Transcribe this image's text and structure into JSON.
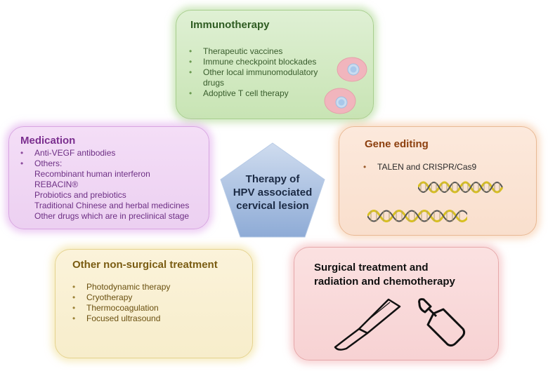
{
  "center": {
    "lines": [
      "Therapy of",
      "HPV associated",
      "cervical lesion"
    ]
  },
  "immunotherapy": {
    "title": "Immunotherapy",
    "items": [
      "Therapeutic vaccines",
      "Immune checkpoint blockades",
      "Other local immunomodulatory",
      "drugs",
      "Adoptive T cell therapy"
    ]
  },
  "medication": {
    "title": "Medication",
    "items": [
      "Anti-VEGF antibodies",
      "Others:"
    ],
    "others": [
      "Recombinant human interferon",
      "REBACIN®",
      "Probiotics and prebiotics",
      "Traditional Chinese and herbal medicines",
      "Other drugs which are in preclinical stage"
    ]
  },
  "gene_editing": {
    "title": "Gene editing",
    "items": [
      "TALEN and CRISPR/Cas9"
    ]
  },
  "other_non_surgical": {
    "title": "Other non-surgical treatment",
    "items": [
      "Photodynamic therapy",
      "Cryotherapy",
      "Thermocoagulation",
      "Focused ultrasound"
    ]
  },
  "surgical": {
    "title_lines": [
      "Surgical treatment and",
      "radiation and chemotherapy"
    ]
  },
  "colors": {
    "immuno_fill": "#c8e4b4",
    "medication_fill": "#ecd0f1",
    "gene_fill": "#f9dfcd",
    "other_fill": "#f7edcb",
    "surgical_fill": "#f7d2d3",
    "center_fill": "#a9bfe0"
  },
  "icons": [
    "cell-icon",
    "dna-helix-icon",
    "scalpel-icon",
    "ampoule-icon"
  ]
}
